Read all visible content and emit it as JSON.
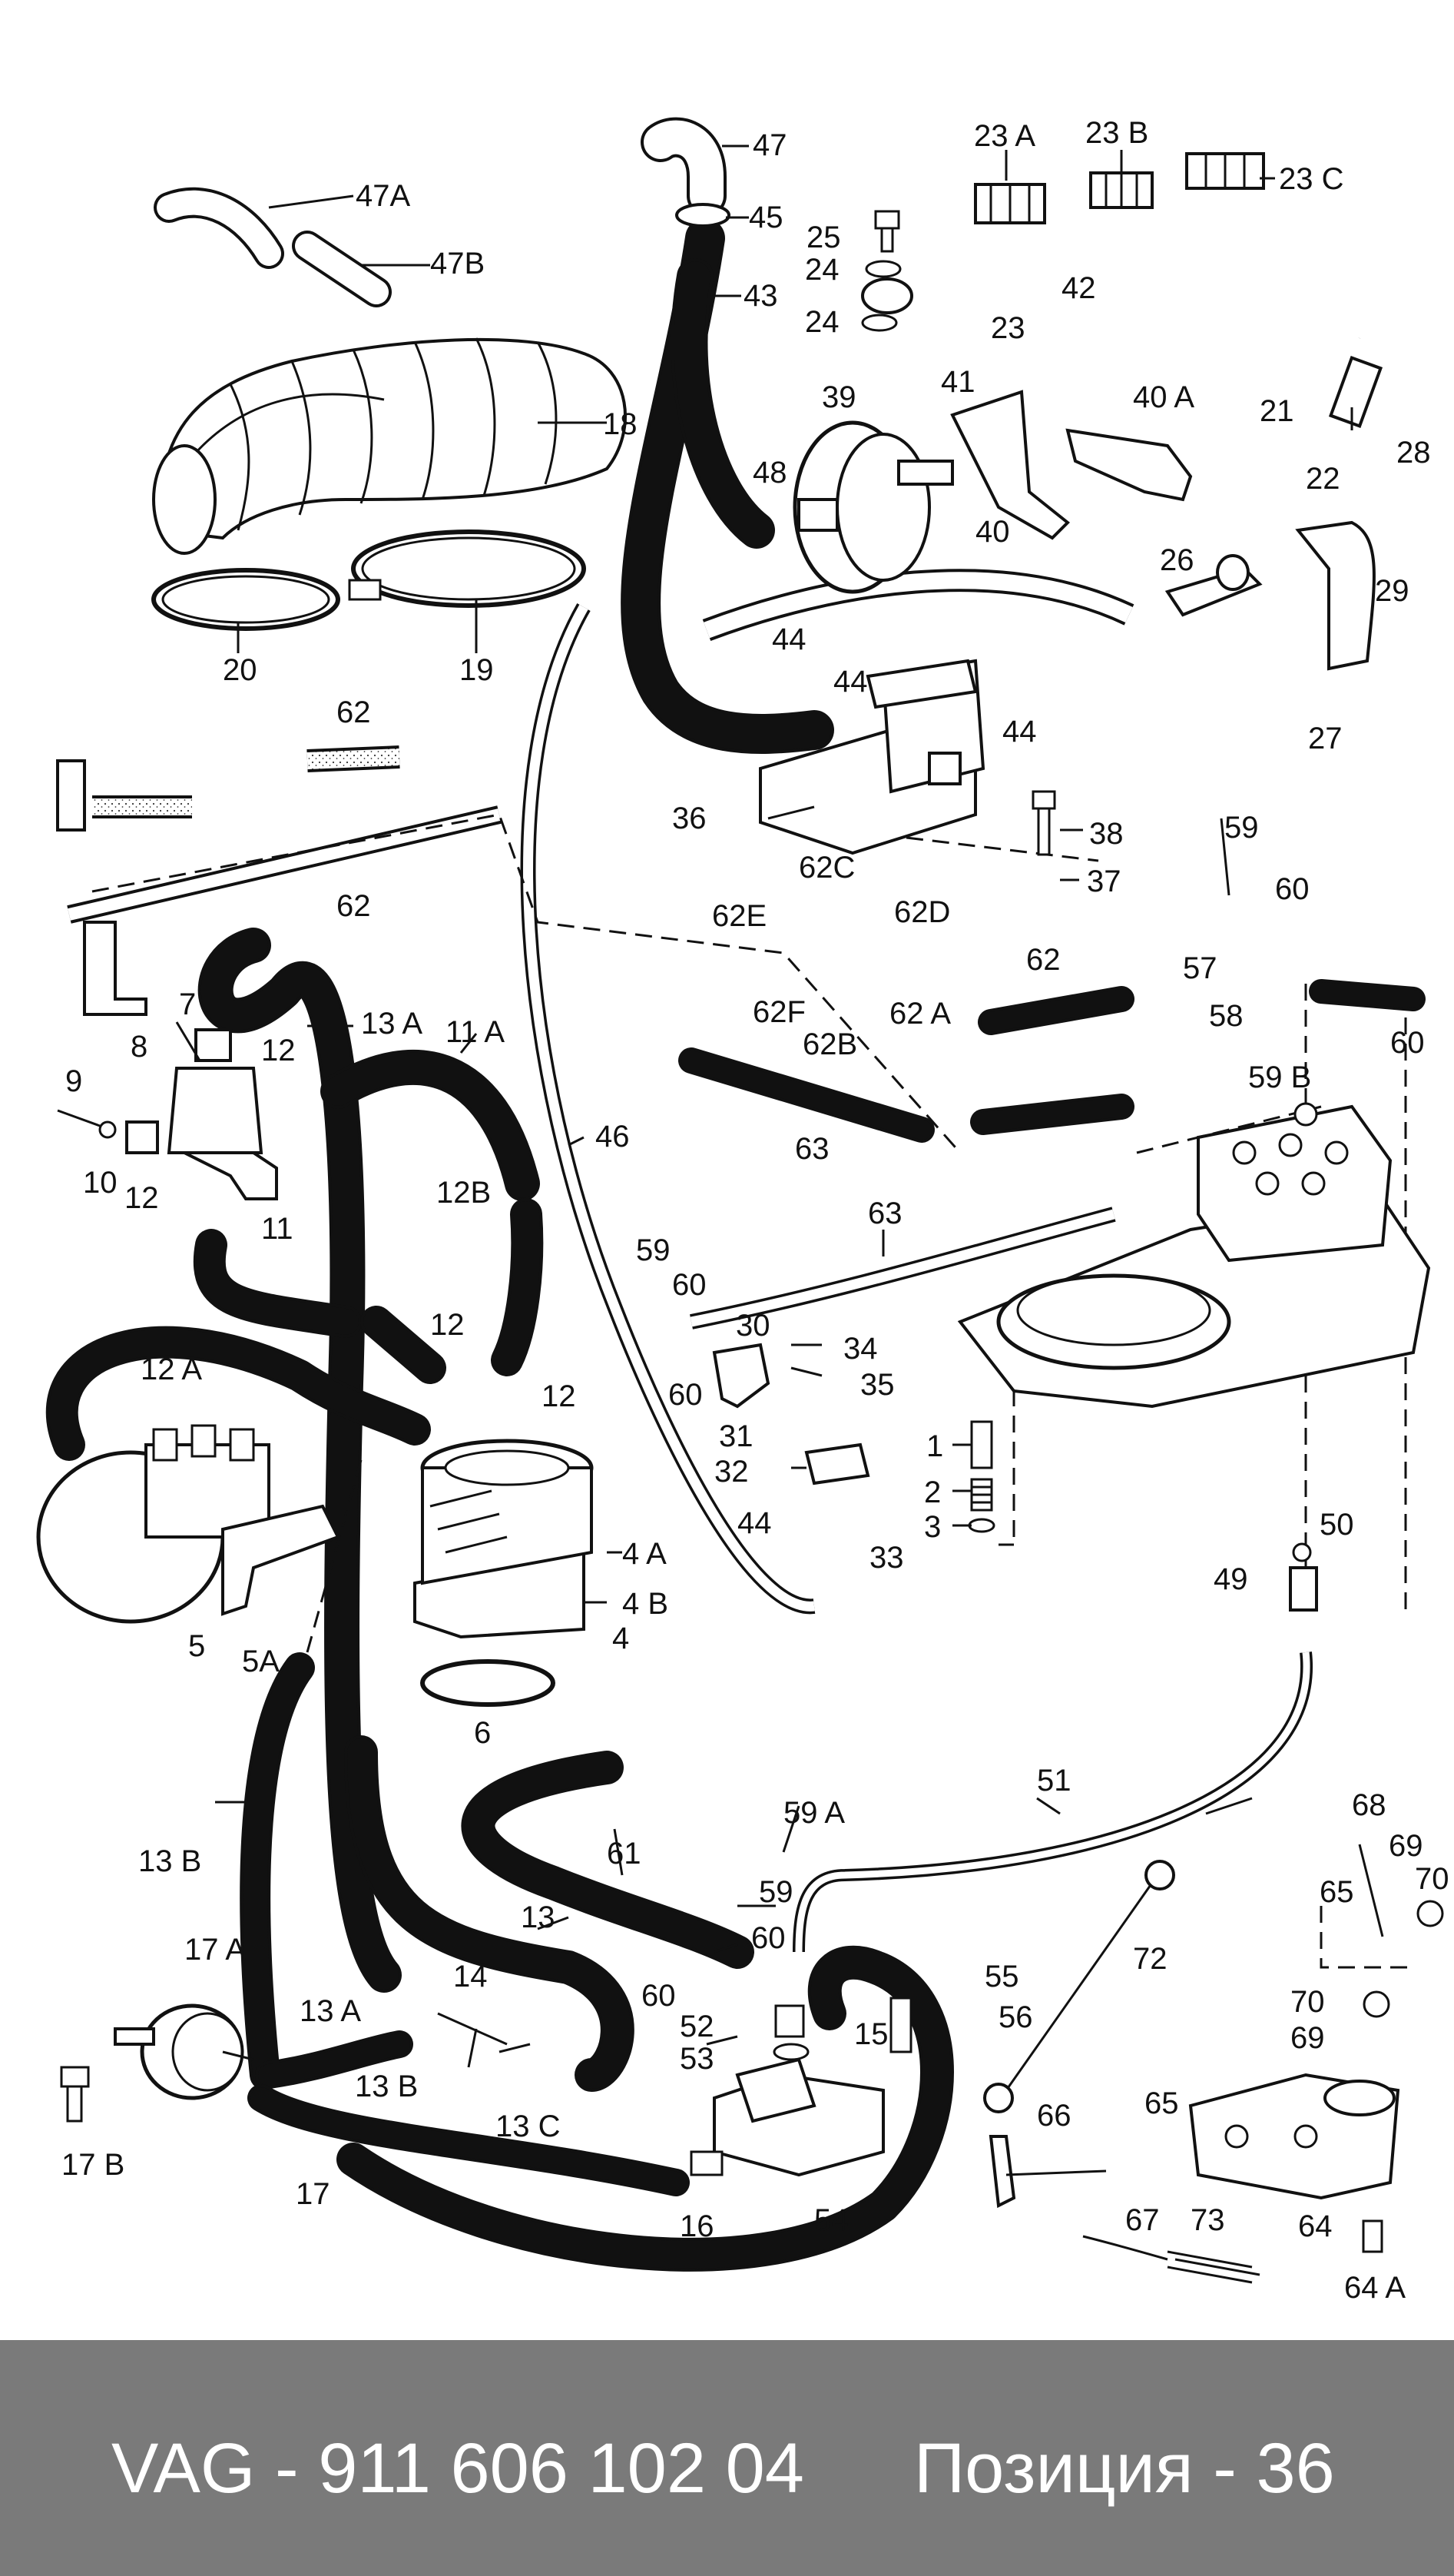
{
  "footer": {
    "part_number": "VAG - 911 606 102 04",
    "position": "Позиция - 36"
  },
  "callouts": [
    {
      "id": "47",
      "label": "47"
    },
    {
      "id": "47A",
      "label": "47A"
    },
    {
      "id": "47B",
      "label": "47B"
    },
    {
      "id": "45",
      "label": "45"
    },
    {
      "id": "43",
      "label": "43"
    },
    {
      "id": "25",
      "label": "25"
    },
    {
      "id": "24a",
      "label": "24"
    },
    {
      "id": "24b",
      "label": "24"
    },
    {
      "id": "23A",
      "label": "23 A"
    },
    {
      "id": "23B",
      "label": "23 B"
    },
    {
      "id": "23C",
      "label": "23 C"
    },
    {
      "id": "23",
      "label": "23"
    },
    {
      "id": "42",
      "label": "42"
    },
    {
      "id": "41",
      "label": "41"
    },
    {
      "id": "40A",
      "label": "40 A"
    },
    {
      "id": "40",
      "label": "40"
    },
    {
      "id": "39",
      "label": "39"
    },
    {
      "id": "48",
      "label": "48"
    },
    {
      "id": "44a",
      "label": "44"
    },
    {
      "id": "44b",
      "label": "44"
    },
    {
      "id": "44c",
      "label": "44"
    },
    {
      "id": "18",
      "label": "18"
    },
    {
      "id": "20",
      "label": "20"
    },
    {
      "id": "19",
      "label": "19"
    },
    {
      "id": "21",
      "label": "21"
    },
    {
      "id": "22",
      "label": "22"
    },
    {
      "id": "28",
      "label": "28"
    },
    {
      "id": "26",
      "label": "26"
    },
    {
      "id": "29",
      "label": "29"
    },
    {
      "id": "27",
      "label": "27"
    },
    {
      "id": "36",
      "label": "36"
    },
    {
      "id": "38",
      "label": "38"
    },
    {
      "id": "37",
      "label": "37"
    },
    {
      "id": "62a",
      "label": "62"
    },
    {
      "id": "62b",
      "label": "62"
    },
    {
      "id": "62C",
      "label": "62C"
    },
    {
      "id": "62E",
      "label": "62E"
    },
    {
      "id": "62D",
      "label": "62D"
    },
    {
      "id": "62F",
      "label": "62F"
    },
    {
      "id": "62B",
      "label": "62B"
    },
    {
      "id": "62A",
      "label": "62 A"
    },
    {
      "id": "62c",
      "label": "62"
    },
    {
      "id": "59a",
      "label": "59"
    },
    {
      "id": "60a",
      "label": "60"
    },
    {
      "id": "57",
      "label": "57"
    },
    {
      "id": "58",
      "label": "58"
    },
    {
      "id": "60b",
      "label": "60"
    },
    {
      "id": "59B",
      "label": "59 B"
    },
    {
      "id": "7",
      "label": "7"
    },
    {
      "id": "13A",
      "label": "13 A"
    },
    {
      "id": "11A",
      "label": "11 A"
    },
    {
      "id": "8",
      "label": "8"
    },
    {
      "id": "12a",
      "label": "12"
    },
    {
      "id": "9",
      "label": "9"
    },
    {
      "id": "10",
      "label": "10"
    },
    {
      "id": "12b",
      "label": "12"
    },
    {
      "id": "12B",
      "label": "12B"
    },
    {
      "id": "46",
      "label": "46"
    },
    {
      "id": "63a",
      "label": "63"
    },
    {
      "id": "63b",
      "label": "63"
    },
    {
      "id": "11",
      "label": "11"
    },
    {
      "id": "59b",
      "label": "59"
    },
    {
      "id": "60c",
      "label": "60"
    },
    {
      "id": "12A",
      "label": "12 A"
    },
    {
      "id": "12c",
      "label": "12"
    },
    {
      "id": "12d",
      "label": "12"
    },
    {
      "id": "30",
      "label": "30"
    },
    {
      "id": "34",
      "label": "34"
    },
    {
      "id": "35",
      "label": "35"
    },
    {
      "id": "60d",
      "label": "60"
    },
    {
      "id": "31",
      "label": "31"
    },
    {
      "id": "1",
      "label": "1"
    },
    {
      "id": "32",
      "label": "32"
    },
    {
      "id": "2",
      "label": "2"
    },
    {
      "id": "44d",
      "label": "44"
    },
    {
      "id": "3",
      "label": "3"
    },
    {
      "id": "33",
      "label": "33"
    },
    {
      "id": "50",
      "label": "50"
    },
    {
      "id": "4A",
      "label": "4 A"
    },
    {
      "id": "49",
      "label": "49"
    },
    {
      "id": "4B",
      "label": "4 B"
    },
    {
      "id": "5",
      "label": "5"
    },
    {
      "id": "5A",
      "label": "5A"
    },
    {
      "id": "4",
      "label": "4"
    },
    {
      "id": "6",
      "label": "6"
    },
    {
      "id": "59A",
      "label": "59 A"
    },
    {
      "id": "51",
      "label": "51"
    },
    {
      "id": "13B",
      "label": "13 B"
    },
    {
      "id": "61",
      "label": "61"
    },
    {
      "id": "59c",
      "label": "59"
    },
    {
      "id": "68",
      "label": "68"
    },
    {
      "id": "69a",
      "label": "69"
    },
    {
      "id": "70a",
      "label": "70"
    },
    {
      "id": "65a",
      "label": "65"
    },
    {
      "id": "17A",
      "label": "17 A"
    },
    {
      "id": "13",
      "label": "13"
    },
    {
      "id": "60e",
      "label": "60"
    },
    {
      "id": "72",
      "label": "72"
    },
    {
      "id": "55",
      "label": "55"
    },
    {
      "id": "14",
      "label": "14"
    },
    {
      "id": "60f",
      "label": "60"
    },
    {
      "id": "56",
      "label": "56"
    },
    {
      "id": "13Aa",
      "label": "13 A"
    },
    {
      "id": "52",
      "label": "52"
    },
    {
      "id": "15",
      "label": "15"
    },
    {
      "id": "53",
      "label": "53"
    },
    {
      "id": "70b",
      "label": "70"
    },
    {
      "id": "69b",
      "label": "69"
    },
    {
      "id": "13Bb",
      "label": "13 B"
    },
    {
      "id": "13C",
      "label": "13 C"
    },
    {
      "id": "65b",
      "label": "65"
    },
    {
      "id": "17B",
      "label": "17 B"
    },
    {
      "id": "17",
      "label": "17"
    },
    {
      "id": "66",
      "label": "66"
    },
    {
      "id": "54",
      "label": "54"
    },
    {
      "id": "67",
      "label": "67"
    },
    {
      "id": "73",
      "label": "73"
    },
    {
      "id": "64",
      "label": "64"
    },
    {
      "id": "16",
      "label": "16"
    },
    {
      "id": "64A",
      "label": "64 A"
    }
  ]
}
